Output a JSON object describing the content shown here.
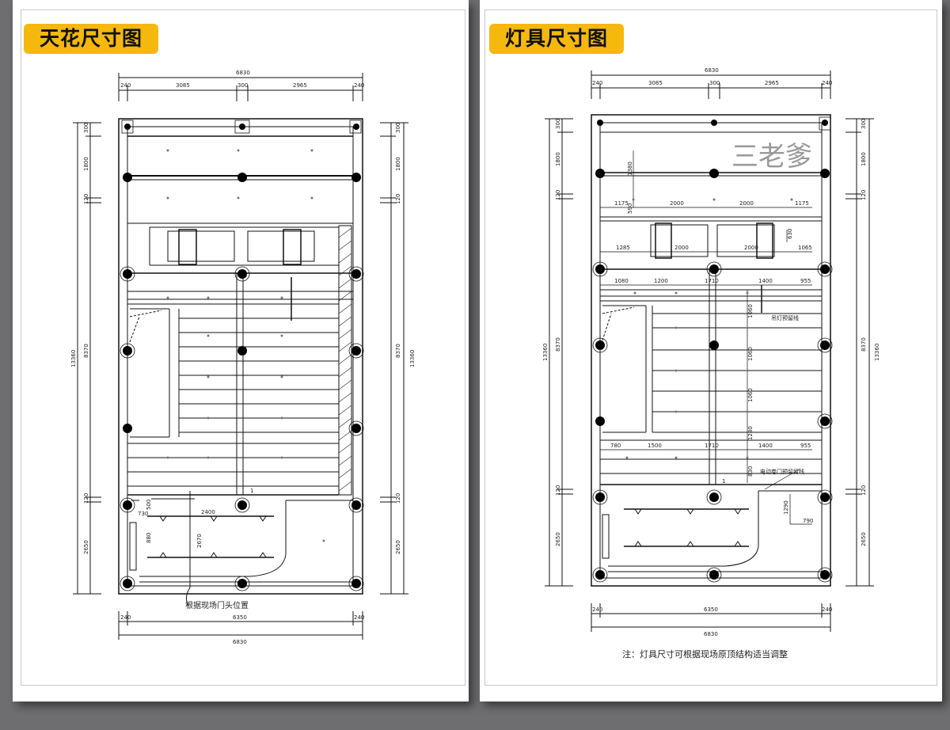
{
  "left": {
    "title": "天花尺寸图",
    "dims": {
      "overall": "6830",
      "w240": "240",
      "w3085": "3085",
      "w300": "300",
      "w2965": "2965",
      "w6350": "6350",
      "h300": "300",
      "h1800": "1800",
      "h120": "120",
      "h8370": "8370",
      "h2650": "2650",
      "h13360": "13360",
      "h2670": "2670",
      "d2400": "2400",
      "d730": "730",
      "d500": "500",
      "d880": "880",
      "marker": "1"
    },
    "note": "根据现场门头位置"
  },
  "right": {
    "title": "灯具尺寸图",
    "dims": {
      "overall": "6830",
      "w240": "240",
      "w3085": "3085",
      "w300": "300",
      "w2965": "2965",
      "w6350": "6350",
      "h300": "300",
      "h1800": "1800",
      "h120": "120",
      "h8370": "8370",
      "h2650": "2650",
      "h13360": "13360",
      "a1175": "1175",
      "a2000": "2000",
      "a1285": "1285",
      "a1065": "1065",
      "a1080": "1080",
      "a1200": "1200",
      "a1710": "1710",
      "a1400": "1400",
      "a955": "955",
      "a780": "780",
      "a1500": "1500",
      "a1380": "1380",
      "a590": "590",
      "a630": "630",
      "a1060": "1060",
      "a1280": "1280",
      "a830": "830",
      "a1290": "1290",
      "a790": "790",
      "marker": "1"
    },
    "note_track": "吊灯预留线",
    "note_door": "电动卷门预留留线",
    "watermark": "三老爹",
    "footnote": "注：灯具尺寸可根据现场原顶结构适当调整"
  }
}
